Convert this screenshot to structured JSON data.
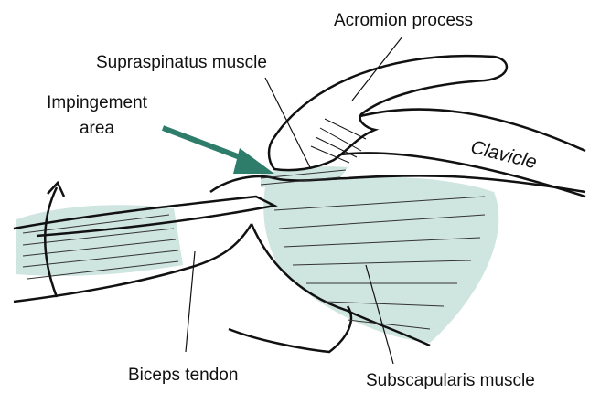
{
  "labels": {
    "acromion": "Acromion process",
    "supraspinatus": "Supraspinatus muscle",
    "impingement_line1": "Impingement",
    "impingement_line2": "area",
    "clavicle": "Clavicle",
    "biceps": "Biceps tendon",
    "subscapularis": "Subscapularis muscle"
  },
  "colors": {
    "outline": "#111111",
    "muscle_fill": "#cfe5e0",
    "arrow": "#2e7d6b"
  }
}
